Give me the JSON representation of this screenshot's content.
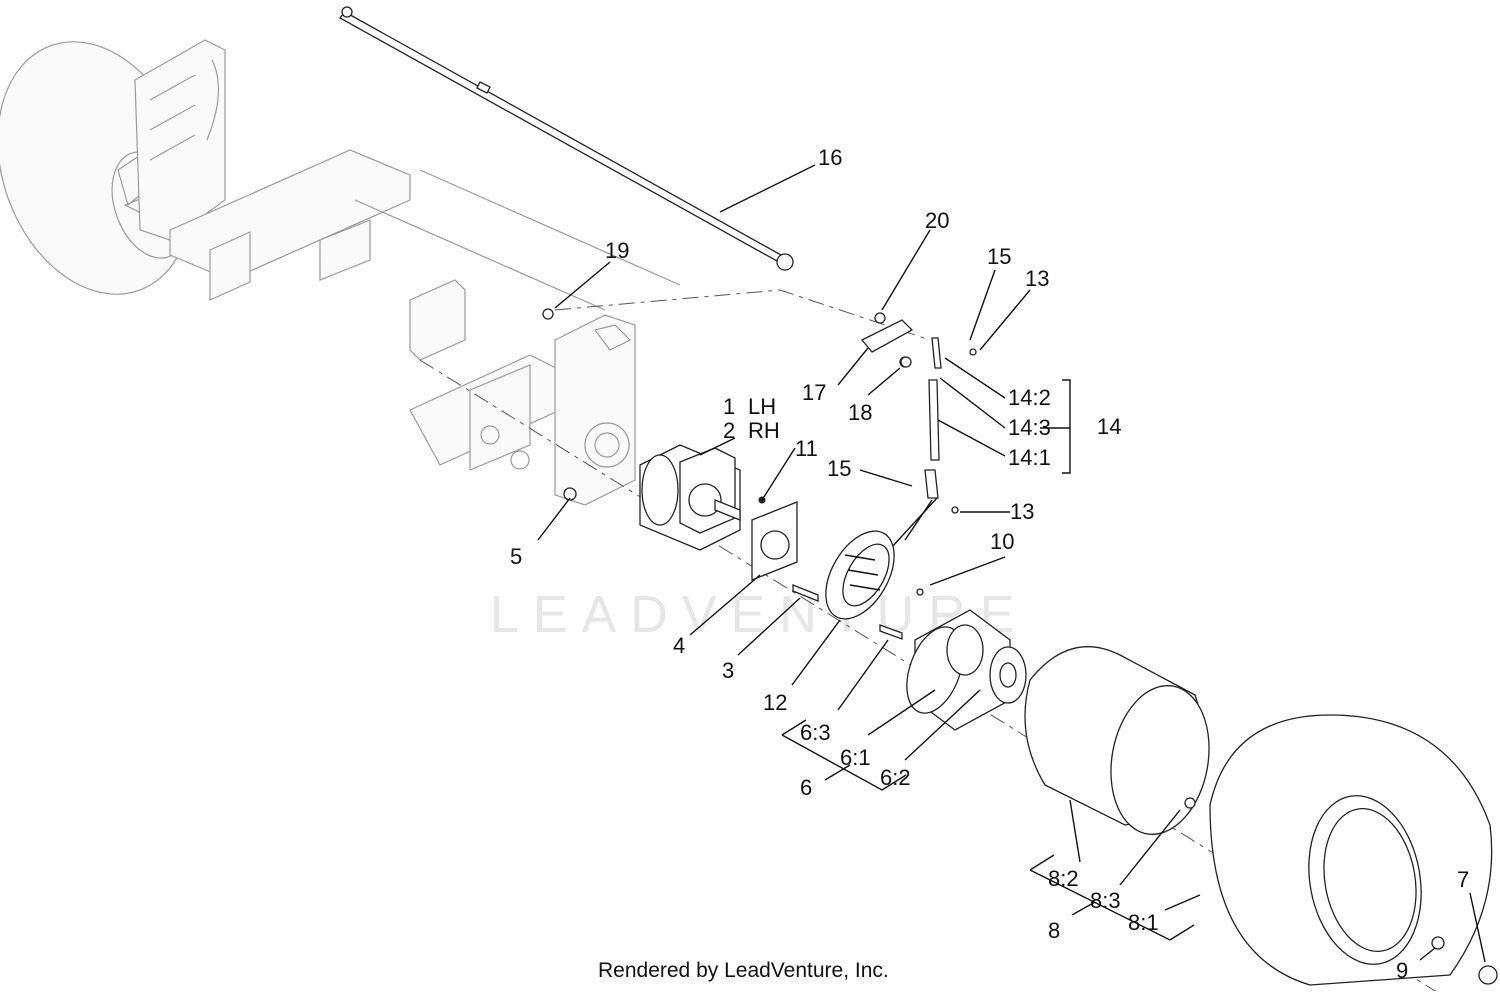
{
  "watermark": "LEADVENTURE",
  "footer": "Rendered by LeadVenture, Inc.",
  "labels": {
    "p1": "1",
    "p1_side": "LH",
    "p2": "2",
    "p2_side": "RH",
    "p3": "3",
    "p4": "4",
    "p5": "5",
    "p6": "6",
    "p6_1": "6:1",
    "p6_2": "6:2",
    "p6_3": "6:3",
    "p7": "7",
    "p8": "8",
    "p8_1": "8:1",
    "p8_2": "8:2",
    "p8_3": "8:3",
    "p9": "9",
    "p10": "10",
    "p11": "11",
    "p12": "12",
    "p13_top": "13",
    "p13_bottom": "13",
    "p14": "14",
    "p14_1": "14:1",
    "p14_2": "14:2",
    "p14_3": "14:3",
    "p15_top": "15",
    "p15_mid": "15",
    "p16": "16",
    "p17": "17",
    "p18": "18",
    "p19": "19",
    "p20": "20"
  }
}
